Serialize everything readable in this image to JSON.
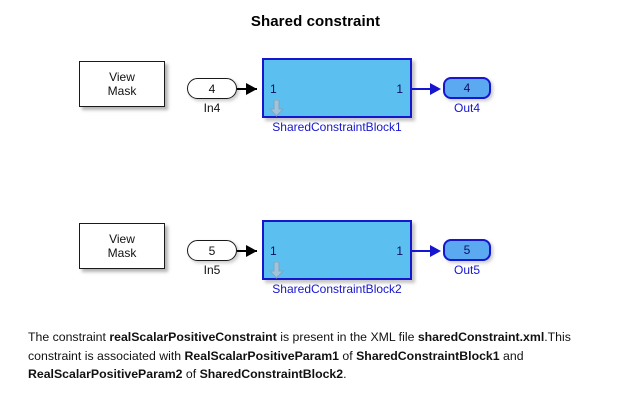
{
  "title": "Shared constraint",
  "rows": [
    {
      "view_mask_label": "View\nMask",
      "inport_number": "4",
      "inport_name": "In4",
      "block": {
        "input_port_number": "1",
        "output_port_number": "1",
        "name": "SharedConstraintBlock1",
        "icon": "down-arrow-icon"
      },
      "outport_number": "4",
      "outport_name": "Out4"
    },
    {
      "view_mask_label": "View\nMask",
      "inport_number": "5",
      "inport_name": "In5",
      "block": {
        "input_port_number": "1",
        "output_port_number": "1",
        "name": "SharedConstraintBlock2",
        "icon": "down-arrow-icon"
      },
      "outport_number": "5",
      "outport_name": "Out5"
    }
  ],
  "caption": {
    "seg_1": "The constraint ",
    "seg_2_bold": "realScalarPositiveConstraint",
    "seg_3": " is present in the XML file ",
    "seg_4_bold": "sharedConstraint.xml",
    "seg_5": ".This constraint is associated with ",
    "seg_6_bold": "RealScalarPositiveParam1",
    "seg_7": " of ",
    "seg_8_bold": "SharedConstraintBlock1",
    "seg_9": " and ",
    "seg_10_bold": "RealScalarPositiveParam2",
    "seg_11": " of ",
    "seg_12_bold": "SharedConstraintBlock2",
    "seg_13": "."
  },
  "colors": {
    "block_fill": "#5BC0F0",
    "block_border": "#1616CE",
    "outport_fill": "#5BA9F0",
    "label_blue": "#1616CE",
    "signal_black": "#000000",
    "background": "#ffffff"
  }
}
